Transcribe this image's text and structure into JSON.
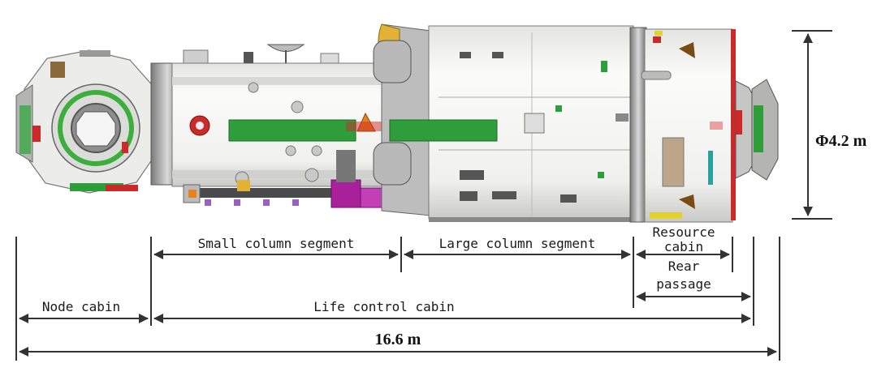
{
  "labels": {
    "diameter": "Φ4.2 m",
    "small_column": "Small column segment",
    "large_column": "Large column segment",
    "resource_cabin_line1": "Resource",
    "resource_cabin_line2": "cabin",
    "rear_passage_line1": "Rear",
    "rear_passage_line2": "passage",
    "node_cabin": "Node cabin",
    "life_control": "Life control cabin",
    "total_length": "16.6 m"
  },
  "colors": {
    "dimension_line": "#333333",
    "hull_white": "#f2f2f0",
    "hull_shadow": "#bdbdbd",
    "panel_green": "#2e9e3a",
    "accent_red": "#cc2a2a",
    "accent_gold": "#e2b236",
    "accent_magenta": "#a8209a",
    "accent_orange": "#e8801f",
    "dark_gray": "#555555"
  }
}
